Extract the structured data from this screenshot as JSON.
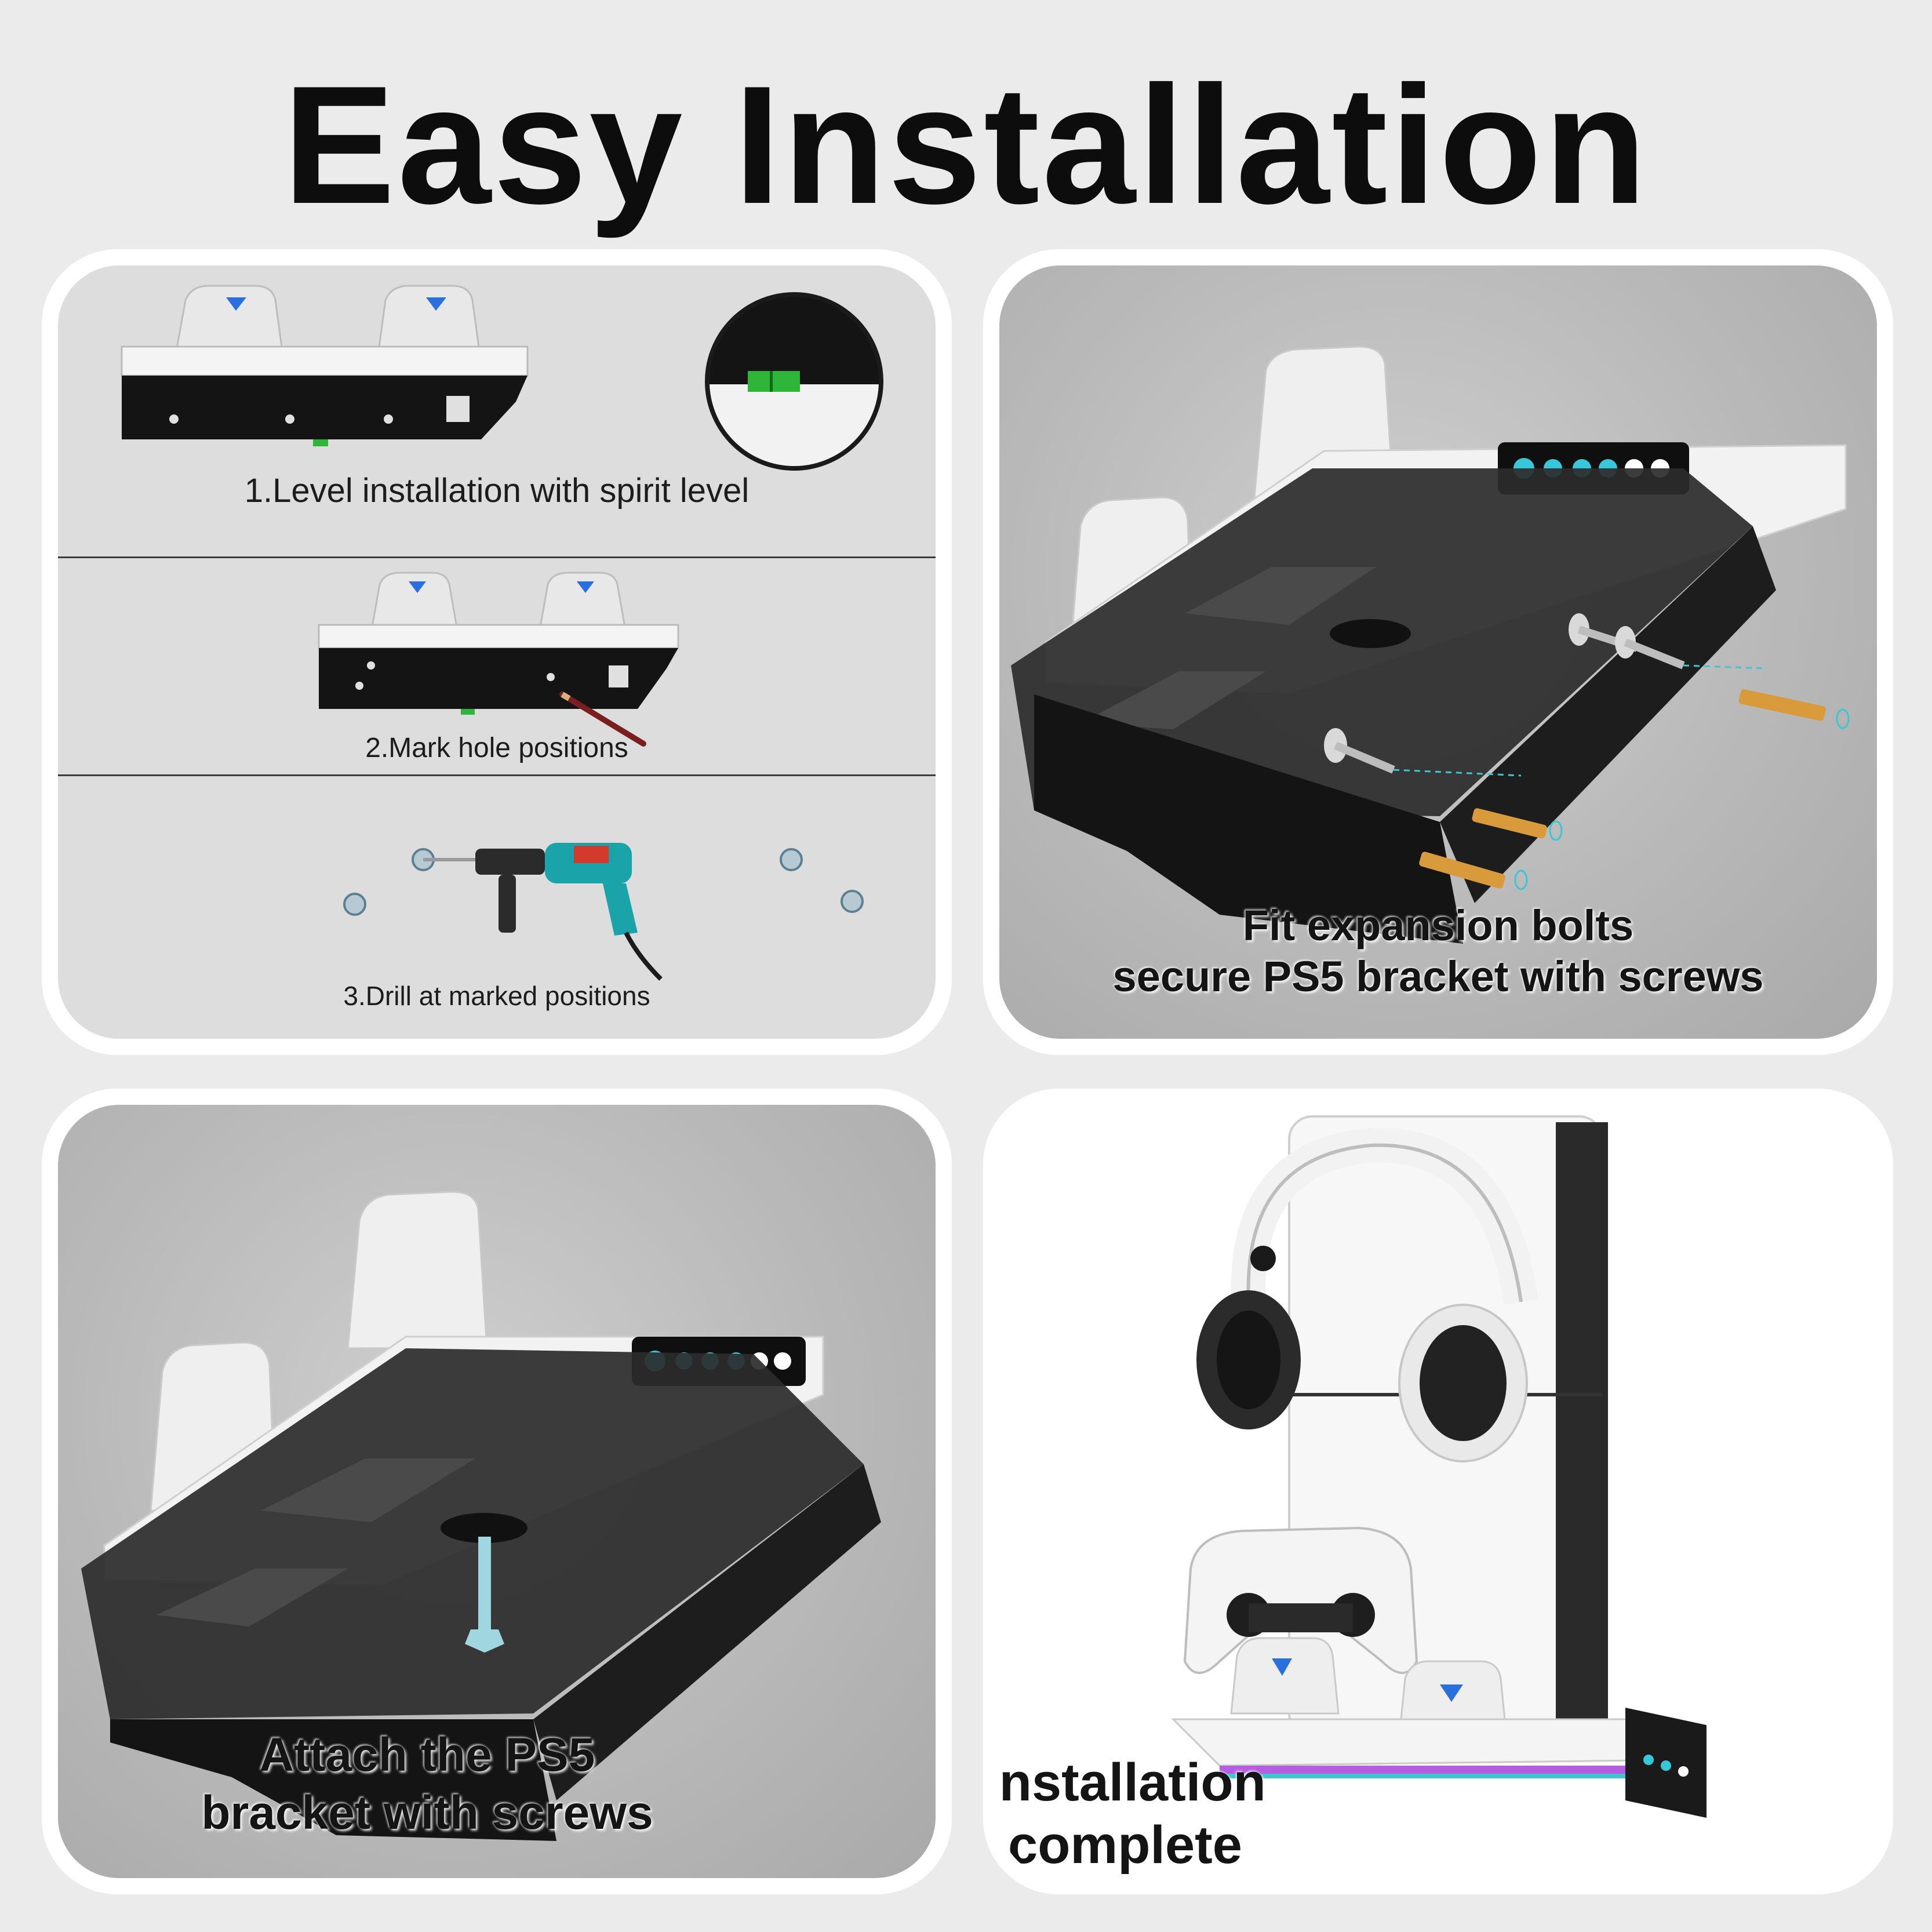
{
  "title": "Easy Installation",
  "panel_steps": {
    "step1": "1.Level installation with spirit level",
    "step2": "2.Mark hole positions",
    "step3": "3.Drill at marked positions"
  },
  "panel_bolts": {
    "line1": "Fit expansion bolts",
    "line2": "secure PS5 bracket with screws"
  },
  "panel_attach": {
    "line1": "Attach the PS5",
    "line2": "bracket with screws"
  },
  "panel_complete": {
    "line1": "Installation",
    "line2": "complete"
  },
  "colors": {
    "page_background": "#ebebeb",
    "bracket_black": "#141414",
    "level_bubble_green": "#2fb53a",
    "drill_teal": "#1aa3a8",
    "accent_blue": "#2a6fe0",
    "anchor_orange": "#d89a3a"
  },
  "icons": [
    "spirit-level-icon",
    "pencil-icon",
    "drill-icon",
    "screw-icon",
    "expansion-bolt-icon",
    "headset-icon",
    "controller-icon"
  ]
}
